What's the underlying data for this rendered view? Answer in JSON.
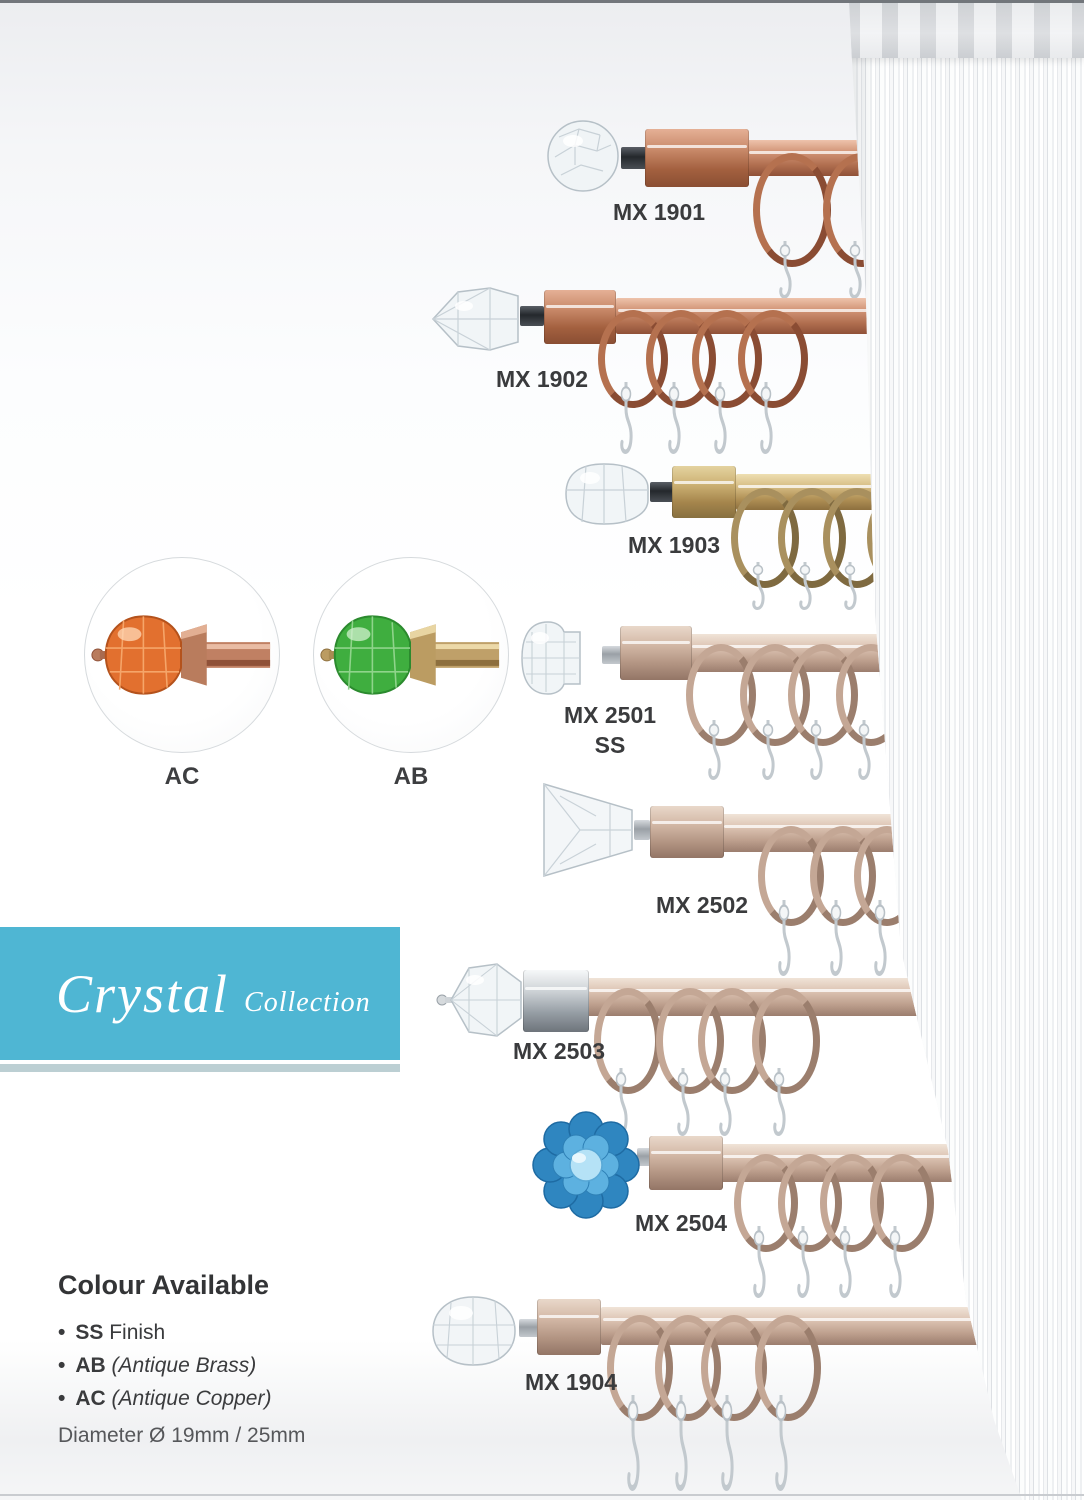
{
  "banner": {
    "title": "Crystal",
    "subtitle": "Collection",
    "bg_color": "#4fb6d3"
  },
  "swatches": [
    {
      "label": "AC",
      "finial": "orange-crystal",
      "metal": "antique-copper"
    },
    {
      "label": "AB",
      "finial": "green-crystal",
      "metal": "antique-brass"
    }
  ],
  "products": [
    {
      "model": "MX 1901",
      "finial": "faceted-ball-crystal",
      "finish": "antique-copper"
    },
    {
      "model": "MX 1902",
      "finial": "diamond-cone-crystal",
      "finish": "antique-copper"
    },
    {
      "model": "MX 1903",
      "finial": "tulip-crystal",
      "finish": "antique-brass"
    },
    {
      "model": "MX 2501",
      "sub": "SS",
      "finial": "crystal-knob",
      "finish": "ss"
    },
    {
      "model": "MX 2502",
      "finial": "pyramid-crystal",
      "finish": "ss"
    },
    {
      "model": "MX 2503",
      "finial": "diamond-gem-crystal",
      "finish": "ss-chrome"
    },
    {
      "model": "MX 2504",
      "finial": "blue-flower-crystal",
      "finish": "ss"
    },
    {
      "model": "MX 1904",
      "finial": "faceted-egg-crystal",
      "finish": "ss"
    }
  ],
  "colour": {
    "heading": "Colour Available",
    "items": [
      {
        "code": "SS",
        "desc": "Finish"
      },
      {
        "code": "AB",
        "desc": "(Antique Brass)"
      },
      {
        "code": "AC",
        "desc": "(Antique Copper)"
      }
    ],
    "diameter": "Diameter Ø 19mm / 25mm"
  }
}
